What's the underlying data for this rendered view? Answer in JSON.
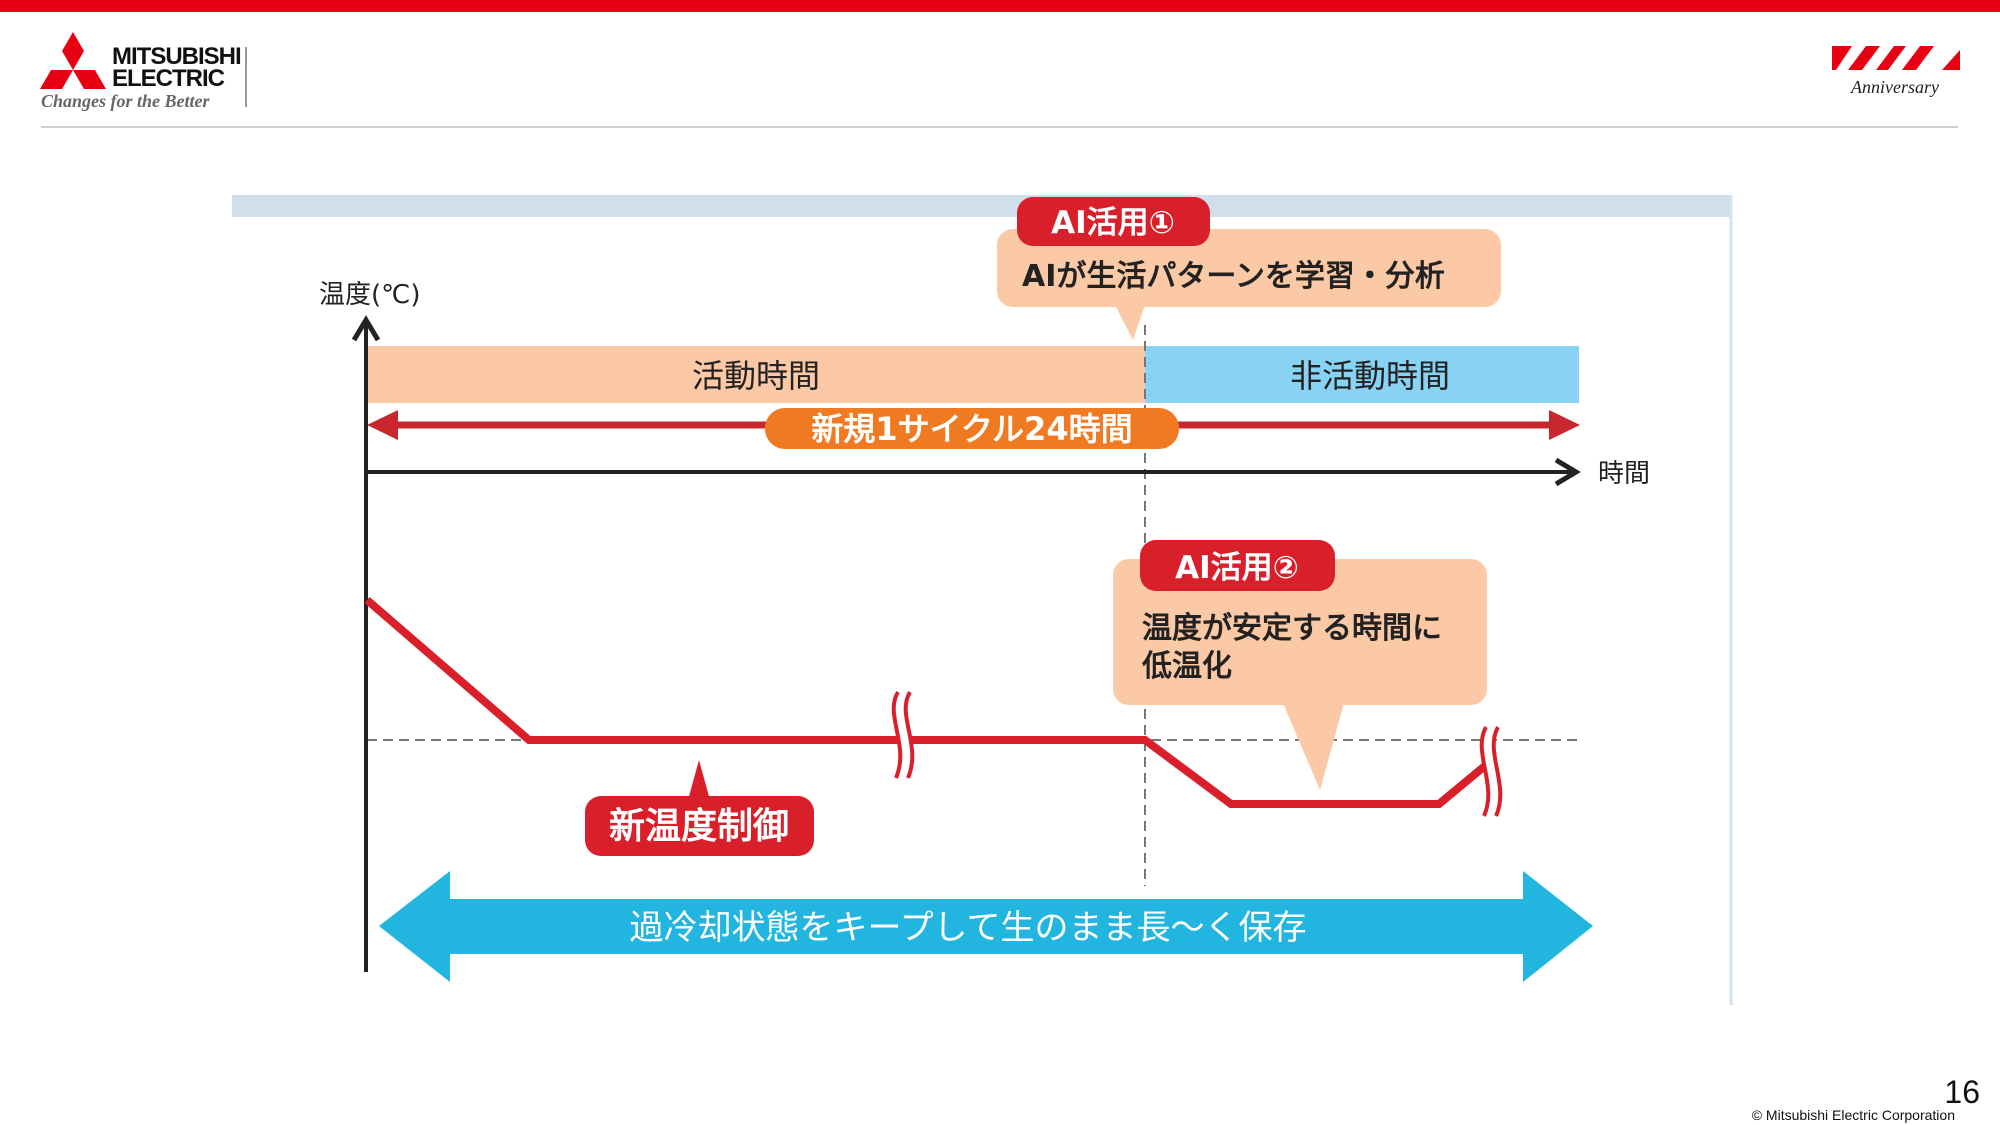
{
  "header": {
    "brand_line1": "MITSUBISHI",
    "brand_line2": "ELECTRIC",
    "tagline": "Changes for the Better",
    "anniversary": "Anniversary"
  },
  "diagram": {
    "y_axis_label": "温度(℃)",
    "x_axis_label": "時間",
    "active_period": "活動時間",
    "inactive_period": "非活動時間",
    "cycle_label": "新規1サイクル24時間",
    "ai1": {
      "badge": "AI活用①",
      "text": "AIが生活パターンを学習・分析"
    },
    "ai2": {
      "badge": "AI活用②",
      "text_line1": "温度が安定する時間に",
      "text_line2": "低温化"
    },
    "control_label": "新温度制御",
    "storage_banner": "過冷却状態をキープして生のまま長〜く保存"
  },
  "footer": {
    "page_number": "16",
    "copyright": "© Mitsubishi Electric Corporation"
  },
  "colors": {
    "brand_red": "#e60012",
    "active_band": "#fbc9a5",
    "inactive_band": "#88d3f3",
    "cycle_pill": "#f07a22",
    "control_red": "#d9202a",
    "storage_blue": "#22b5e0",
    "frame_band": "#cfe0ec"
  }
}
